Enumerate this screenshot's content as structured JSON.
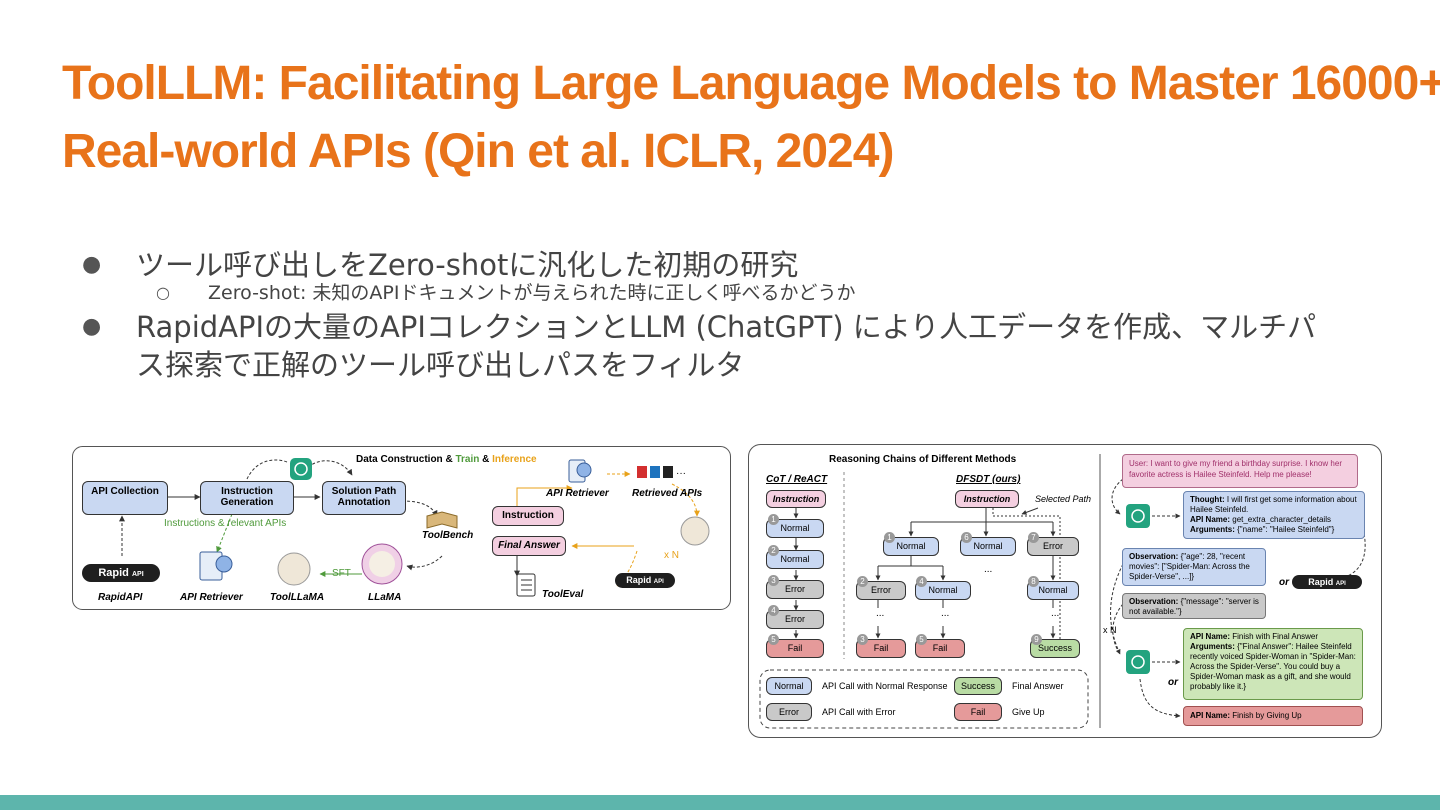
{
  "slide": {
    "title_line1": "ToolLLM: Facilitating Large Language Models to Master 16000+",
    "title_line2": "Real-world APIs (Qin et al. ICLR, 2024)",
    "bullets": [
      {
        "text": "ツール呼び出しをZero-shotに汎化した初期の研究",
        "bullet": "●"
      },
      {
        "text": "Zero-shot: 未知のAPIドキュメントが与えられた時に正しく呼べるかどうか",
        "bullet": "○"
      },
      {
        "text_line1": "RapidAPIの大量のAPIコレクションとLLM (ChatGPT) により人工データを作成、マルチパ",
        "text_line2": "ス探索で正解のツール呼び出しパスをフィルタ",
        "bullet": "●"
      }
    ]
  },
  "left_figure": {
    "header_part1": "Data Construction & ",
    "header_train": "Train",
    "header_amp": " & ",
    "header_inference": "Inference",
    "api_collection": "API Collection",
    "instruction_generation": "Instruction Generation",
    "solution_path_annotation": "Solution Path Annotation",
    "instructions_relevant": "Instructions &  relevant APIs",
    "toolbench": "ToolBench",
    "rapidapi_logo": "Rapid",
    "rapidapi_logo_small": "API",
    "rapidapi": "RapidAPI",
    "api_retriever": "API Retriever",
    "toolllama": "ToolLLaMA",
    "sft": "SFT",
    "llama": "LLaMA",
    "api_retriever_top": "API Retriever",
    "retrieved_apis": "Retrieved APIs",
    "instruction": "Instruction",
    "final_answer": "Final Answer",
    "xn": "x N",
    "tooleval": "ToolEval",
    "dots": "···"
  },
  "right_figure": {
    "title": "Reasoning Chains of Different Methods",
    "cot_label": "CoT / ReACT",
    "dfsdt_label": "DFSDT (ours)",
    "instruction": "Instruction",
    "selected_path": "Selected Path",
    "cot_nodes": [
      {
        "n": "1",
        "label": "Normal"
      },
      {
        "n": "2",
        "label": "Normal"
      },
      {
        "n": "3",
        "label": "Error"
      },
      {
        "n": "4",
        "label": "Error"
      },
      {
        "n": "5",
        "label": "Fail"
      }
    ],
    "dfsdt_nodes": [
      {
        "n": "1",
        "label": "Normal"
      },
      {
        "n": "6",
        "label": "Normal"
      },
      {
        "n": "7",
        "label": "Error"
      },
      {
        "n": "2",
        "label": "Error"
      },
      {
        "n": "4",
        "label": "Normal"
      },
      {
        "n": "8",
        "label": "Normal"
      },
      {
        "n": "3",
        "label": "Fail"
      },
      {
        "n": "5",
        "label": "Fail"
      },
      {
        "n": "9",
        "label": "Success"
      }
    ],
    "ellipsis": "...",
    "legend": {
      "normal": "Normal",
      "normal_desc": "API Call with Normal Response",
      "error": "Error",
      "error_desc": "API Call with Error",
      "success": "Success",
      "success_desc": "Final Answer",
      "fail": "Fail",
      "fail_desc": "Give Up"
    },
    "user_msg": "User: I want to give my friend a birthday surprise. I know her favorite actress is Hailee Steinfeld. Help me please!",
    "thought_label": "Thought:",
    "thought": " I will first get some information about Hailee Steinfeld.",
    "api_name_label": "API Name:",
    "api_name": " get_extra_character_details",
    "arguments_label": "Arguments:",
    "arguments": " {\"name\": \"Hailee Steinfeld\"}",
    "obs1_label": "Observation:",
    "obs1": " {\"age\": 28, \"recent movies\": [\"Spider-Man: Across the Spider-Verse\", ...]}",
    "or1": "or",
    "obs2_label": "Observation:",
    "obs2": " {\"message\": \"server is not available.\"}",
    "xn": "x N",
    "final_api_label": "API Name:",
    "final_api": "  Finish with Final Answer",
    "final_args_label": "Arguments:",
    "final_args": " {\"Final Answer\": Hailee Steinfeld recently voiced Spider-Woman in \"Spider-Man: Across the Spider-Verse\".  You could buy a Spider-Woman mask as a gift, and she would probably like it.}",
    "or2": "or",
    "giveup_label": "API Name:",
    "giveup": "  Finish by Giving Up",
    "rapidapi_logo": "Rapid",
    "rapidapi_logo_small": "API"
  },
  "colors": {
    "title": "#e8731a",
    "bottom_bar": "#5db5ac",
    "blue_box": "#c9d8f2",
    "pink_box": "#f4cfe0",
    "gray_box": "#c9c9c9",
    "fail_box": "#e59a9a",
    "success_box": "#b9dca4",
    "green_box": "#cde6b8",
    "train": "#4f9a3b",
    "inference": "#e8a21a"
  }
}
